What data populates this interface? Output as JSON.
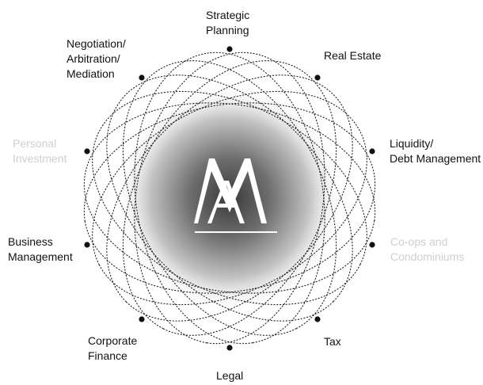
{
  "colors": {
    "background": "#ffffff",
    "text_active": "#111111",
    "text_faded": "#cfcfcf",
    "orbit_stroke": "#222222",
    "node_fill": "#111111",
    "halo_center": "#3a3a3a",
    "halo_edge": "#ffffff",
    "logo_fill": "#ffffff"
  },
  "center_logo": {
    "icon": "monogram-logo-icon",
    "letters": "MA"
  },
  "services": [
    {
      "id": "strategic-planning",
      "lines": [
        "Strategic",
        "Planning"
      ],
      "faded": false,
      "icon": "node-dot-icon"
    },
    {
      "id": "real-estate",
      "lines": [
        "Real Estate"
      ],
      "faded": false,
      "icon": "node-dot-icon"
    },
    {
      "id": "liquidity-debt-management",
      "lines": [
        "Liquidity/",
        "Debt Management"
      ],
      "faded": false,
      "icon": "node-dot-icon"
    },
    {
      "id": "coops-and-condominiums",
      "lines": [
        "Co-ops and",
        "Condominiums"
      ],
      "faded": true,
      "icon": "node-dot-icon"
    },
    {
      "id": "tax",
      "lines": [
        "Tax"
      ],
      "faded": false,
      "icon": "node-dot-icon"
    },
    {
      "id": "legal",
      "lines": [
        "Legal"
      ],
      "faded": false,
      "icon": "node-dot-icon"
    },
    {
      "id": "corporate-finance",
      "lines": [
        "Corporate",
        "Finance"
      ],
      "faded": false,
      "icon": "node-dot-icon"
    },
    {
      "id": "business-management",
      "lines": [
        "Business",
        "Management"
      ],
      "faded": false,
      "icon": "node-dot-icon"
    },
    {
      "id": "personal-investment",
      "lines": [
        "Personal",
        "Investment"
      ],
      "faded": true,
      "icon": "node-dot-icon"
    },
    {
      "id": "negotiation-arbitration-mediation",
      "lines": [
        "Negotiation/",
        "Arbitration/",
        "Mediation"
      ],
      "faded": false,
      "icon": "node-dot-icon"
    }
  ]
}
